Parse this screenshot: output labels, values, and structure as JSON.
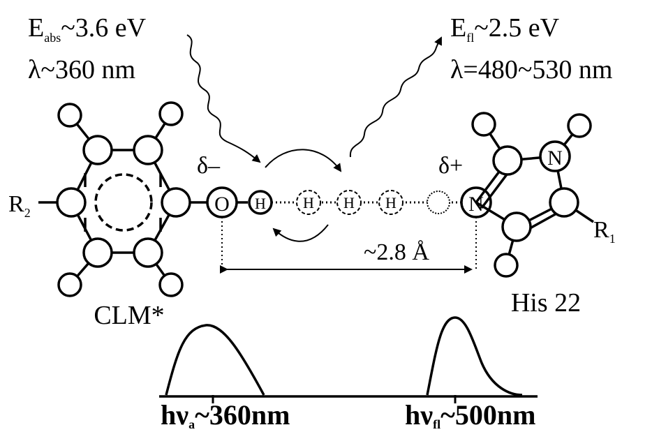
{
  "absorption": {
    "energy_label": "E",
    "energy_sub": "abs",
    "energy_value": "~3.6 eV",
    "wavelength": "λ~360 nm"
  },
  "fluorescence": {
    "energy_label": "E",
    "energy_sub": "fl",
    "energy_value": "~2.5 eV",
    "wavelength": "λ=480~530 nm"
  },
  "atoms": {
    "oxygen": "O",
    "nitrogen": "N",
    "hydrogen": "H"
  },
  "charges": {
    "negative": "δ–",
    "positive": "δ+"
  },
  "substituents": {
    "r2_letter": "R",
    "r2_sub": "2",
    "r1_letter": "R",
    "r1_sub": "1"
  },
  "distance": "~2.8 Å",
  "molecule_labels": {
    "left": "CLM*",
    "right": "His 22"
  },
  "spectrum": {
    "abs_hv": "hν",
    "abs_sub": "a",
    "abs_value": "~360nm",
    "fl_hv": "hν",
    "fl_sub": "fl",
    "fl_value": "~500nm"
  }
}
